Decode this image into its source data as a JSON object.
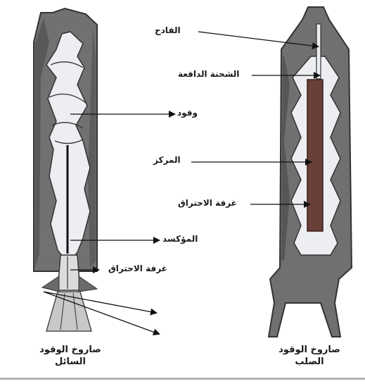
{
  "labels": {
    "igniter": "القادح",
    "propellant_charge": "الشحنة الدافعة",
    "fuel": "وقود",
    "core": "المركز",
    "combustion_chamber_solid": "غرفة الاحتراق",
    "oxidizer": "المؤكسد",
    "combustion_chamber_liquid": "غرفة الاحتراق"
  },
  "captions": {
    "liquid_line1": "صاروخ الوقود",
    "liquid_line2": "السائل",
    "solid_line1": "صاروخ الوقود",
    "solid_line2": "الصلب"
  },
  "colors": {
    "casing": "#6f6f6f",
    "casing_dark": "#3f3f3f",
    "interior": "#ecedf0",
    "core": "#6b3f37",
    "arrow": "#111111"
  }
}
